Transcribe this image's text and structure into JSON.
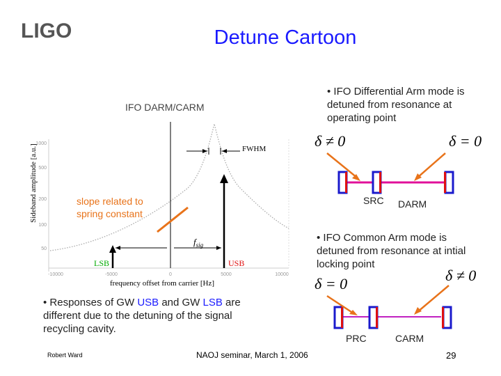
{
  "header": {
    "logo_text": "LIGO",
    "title": "Detune Cartoon"
  },
  "plot": {
    "curve_label": "IFO DARM/CARM",
    "ylabel": "Sideband amplitude [a.u.]",
    "xlabel": "frequency offset from carrier [Hz]",
    "ytick_labels": [
      "1000",
      "500",
      "200",
      "100",
      "50"
    ],
    "xtick_labels": [
      "-10000",
      "-5000",
      "0",
      "5000",
      "10000"
    ],
    "fwhm_label": "FWHM",
    "slope_label": "slope related to spring constant",
    "fsig_label": "f",
    "fsig_sub": "sig",
    "lsb_label": "LSB",
    "usb_label": "USB",
    "colors": {
      "slope_arrow": "#e8731a",
      "lsb_label": "#00aa00",
      "usb_label": "#e01010"
    }
  },
  "bullets": {
    "differential": "• IFO Differential Arm mode is detuned from resonance at operating point",
    "common": "• IFO Common Arm mode is detuned from resonance at intial locking point",
    "responses_prefix": "• Responses of GW ",
    "responses_usb": "USB",
    "responses_mid": " and GW ",
    "responses_lsb": "LSB",
    "responses_suffix": " are different due to the detuning of the signal recycling cavity."
  },
  "schematic": {
    "top": {
      "delta_left": "δ ≠ 0",
      "delta_right": "δ = 0",
      "label_left": "SRC",
      "label_right": "DARM"
    },
    "bottom": {
      "delta_left": "δ = 0",
      "delta_right": "δ ≠ 0",
      "label_left": "PRC",
      "label_right": "CARM"
    },
    "colors": {
      "mirror": "#1a1acc",
      "coating": "#e01010",
      "cavity_top": "#e0109a",
      "cavity_bottom": "#c020c0",
      "arrow": "#e8731a"
    }
  },
  "footer": {
    "author": "Robert Ward",
    "venue": "NAOJ seminar, March 1, 2006",
    "page": "29"
  }
}
